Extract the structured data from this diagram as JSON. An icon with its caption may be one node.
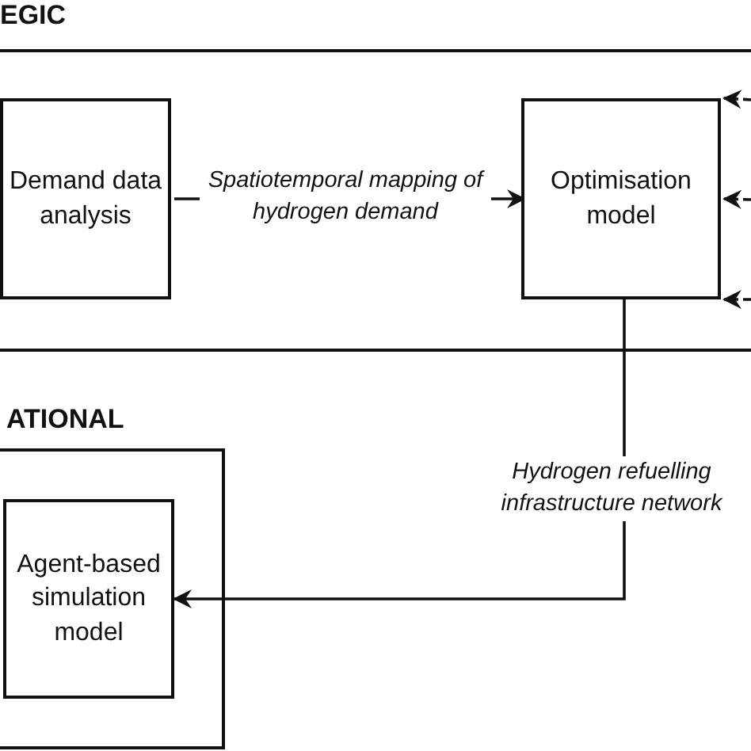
{
  "diagram": {
    "nodes": [
      {
        "text": [
          "EGIC"
        ]
      },
      {
        "text": [
          "Demand data analysis"
        ],
        "in": 0
      },
      {
        "text": [
          "Optimisation model"
        ],
        "in": 0
      },
      {
        "text": [
          "ATIONAL"
        ]
      },
      {
        "text": [
          "Agent-based simulation model"
        ],
        "in": 3
      }
    ],
    "edges": [
      {
        "from": 1,
        "to": 2,
        "arrow": "to",
        "label": "Spatiotemporal mapping of hydrogen demand"
      },
      {
        "from": 2,
        "to": 4,
        "arrow": "to",
        "label": "Hydrogen refuelling infrastructure network"
      },
      {
        "from": null,
        "to": 2,
        "arrow": "to",
        "style": "dashed"
      },
      {
        "from": null,
        "to": 2,
        "arrow": "to",
        "style": "dashed"
      },
      {
        "from": null,
        "to": 2,
        "arrow": "to",
        "style": "dashed"
      }
    ]
  }
}
